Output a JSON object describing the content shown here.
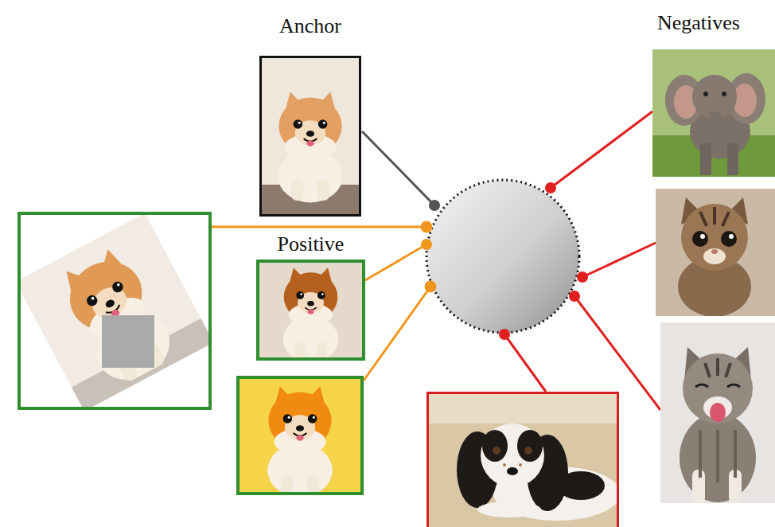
{
  "diagram": {
    "nodes": [
      {
        "text": [
          "Anchor"
        ]
      },
      {
        "text": [
          "Positive"
        ]
      }
    ],
    "labels": [
      "Negatives"
    ]
  }
}
